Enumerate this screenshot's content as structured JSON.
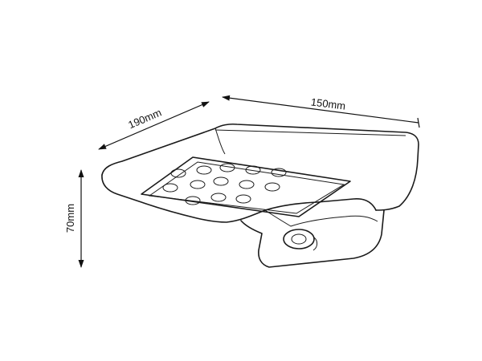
{
  "dimensions": {
    "depth_label": "190mm",
    "width_label": "150mm",
    "height_label": "70mm"
  },
  "colors": {
    "ink": "#111111",
    "background": "#ffffff"
  }
}
